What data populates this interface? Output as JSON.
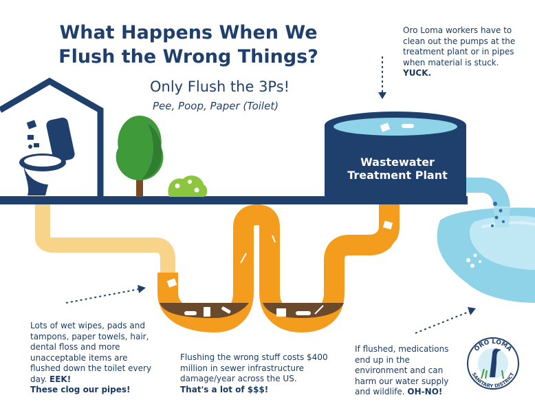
{
  "title": "What Happens When We Flush the Wrong Things?",
  "subtitle": "Only Flush the 3Ps!",
  "subtitle_detail": "Pee, Poop, Paper (Toilet)",
  "plant_label": "Wastewater Treatment Plant",
  "notes": {
    "workers": {
      "text": "Oro Loma workers have to clean out the pumps at the treatment plant or in pipes when material is stuck.",
      "emphasis": "YUCK."
    },
    "wipes": {
      "text": "Lots of wet wipes, pads and tampons, paper towels, hair, dental floss and more unacceptable items are flushed down the toilet every day.",
      "emphasis1": "EEK!",
      "emphasis2": "These clog our pipes!"
    },
    "cost": {
      "text": "Flushing the wrong stuff costs $400 million in sewer infrastructure damage/year across the US.",
      "emphasis": "That's a lot of $$$!"
    },
    "medications": {
      "text": "If flushed, medications end up in the environment and can harm our water supply and wildlife.",
      "emphasis": "OH-NO!"
    }
  },
  "logo": {
    "top_text": "ORO LOMA",
    "bottom_text": "SANITARY DISTRICT"
  },
  "colors": {
    "navy": "#1f3f6c",
    "pipe_orange": "#f39c1e",
    "pipe_light": "#f7d48a",
    "sludge": "#6b4a2b",
    "water": "#8fd3e8",
    "tree": "#3f9a3a",
    "bush": "#8cc63f"
  },
  "icons": [
    "house-icon",
    "toilet-icon",
    "tree-icon",
    "bush-icon",
    "treatment-tank-icon",
    "outflow-pipe-icon",
    "pond-icon",
    "logo-heron-icon"
  ]
}
